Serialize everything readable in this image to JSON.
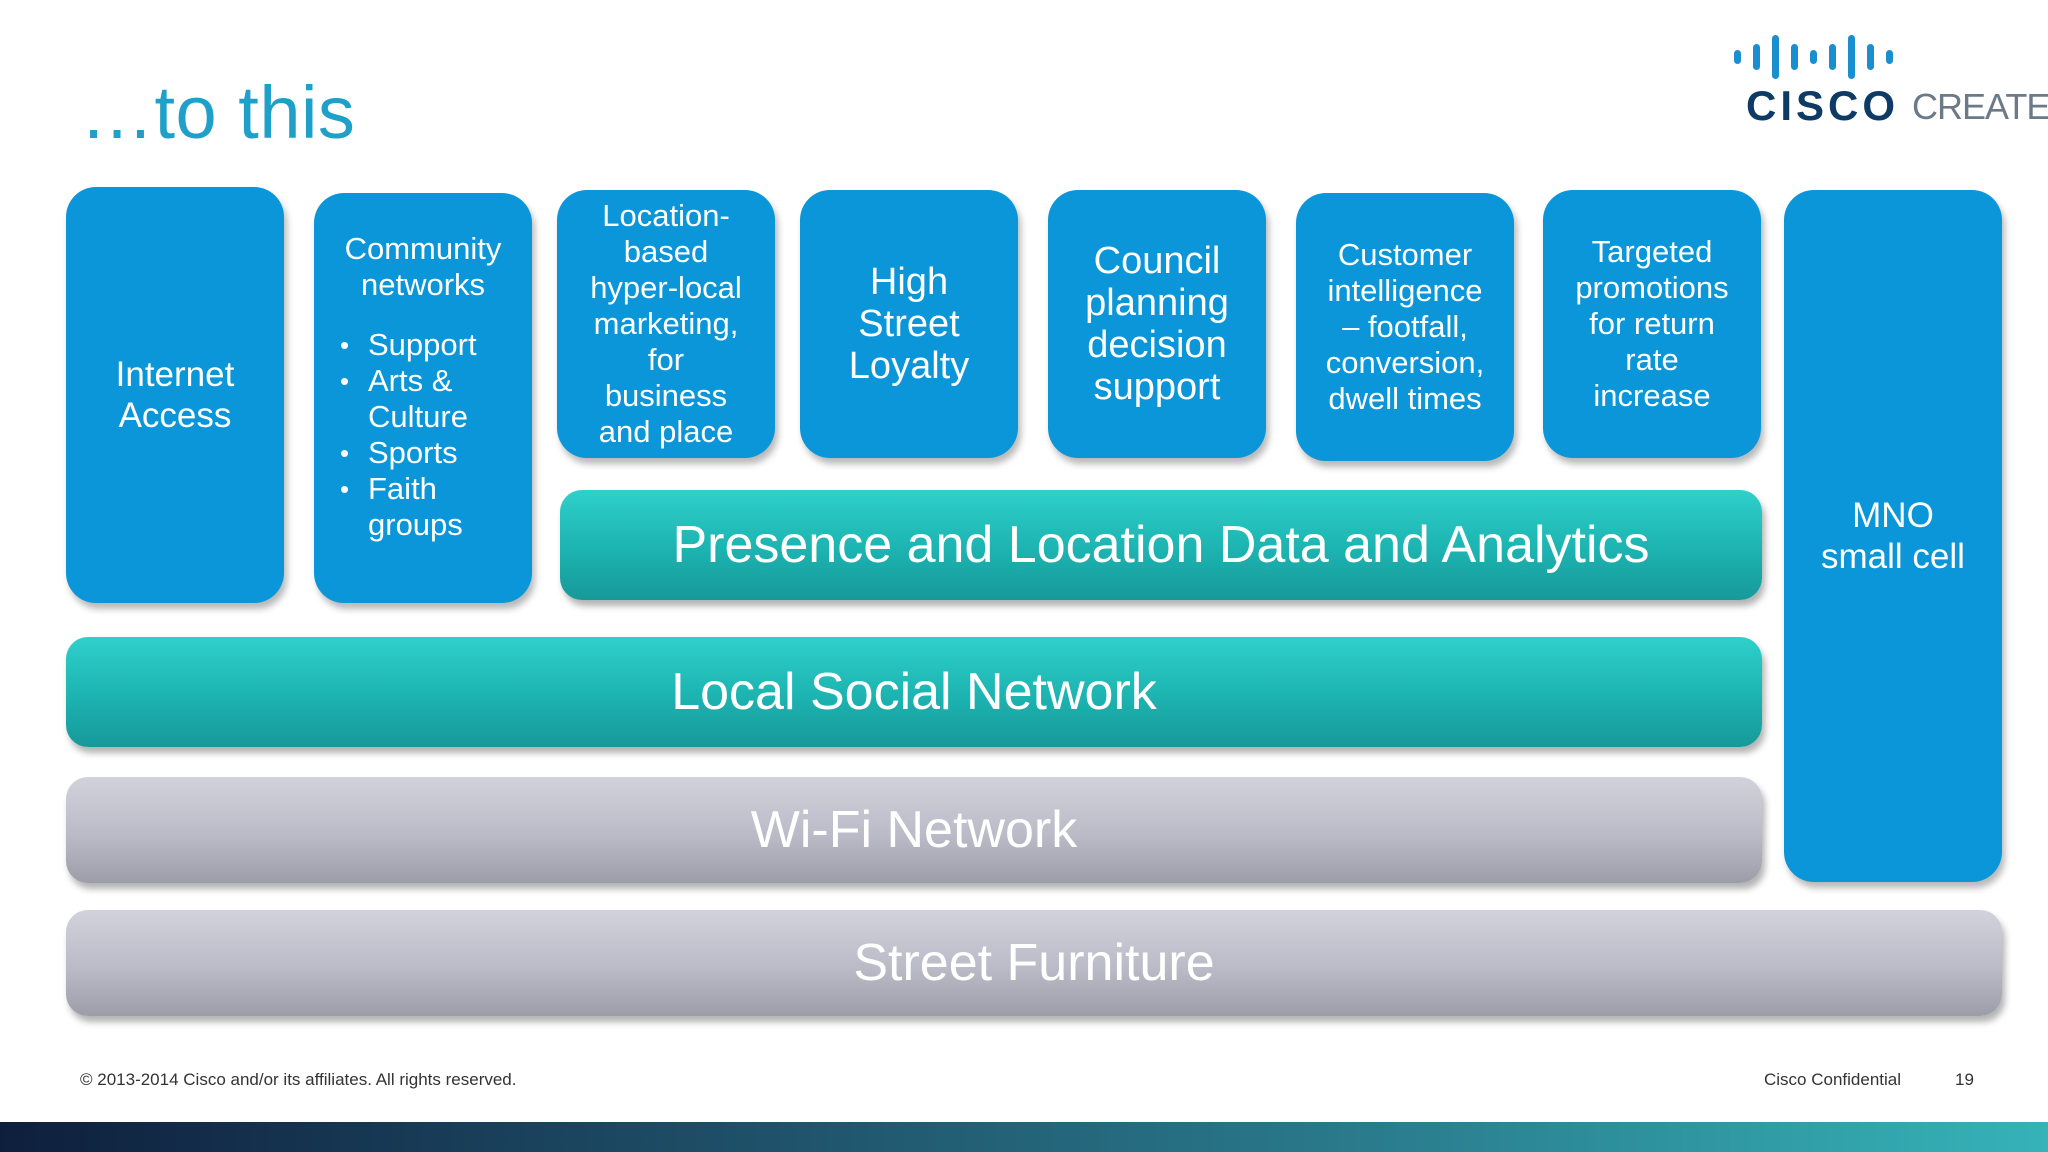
{
  "slide": {
    "title": "…to this",
    "page_number": "19",
    "copyright": "© 2013-2014  Cisco and/or its affiliates. All rights reserved.",
    "confidential": "Cisco Confidential"
  },
  "logo": {
    "wordmark": "CISCO",
    "suffix": "CREATE"
  },
  "colors": {
    "blue": "#0a96d8",
    "teal": "#1cb3b0",
    "grey": "#babbc7",
    "title": "#1fa0c8"
  },
  "services": {
    "internet": "Internet\nAccess",
    "community_title": "Community\nnetworks",
    "community_items": [
      "Support",
      "Arts &\nCulture",
      "Sports",
      "Faith\ngroups"
    ],
    "location": "Location-\nbased\nhyper-local\nmarketing,\nfor\nbusiness\nand place",
    "loyalty": "High\nStreet\nLoyalty",
    "council": "Council\nplanning\ndecision\nsupport",
    "customer": "Customer\nintelligence\n– footfall,\nconversion,\ndwell times",
    "targeted": "Targeted\npromotions\nfor return\nrate\nincrease",
    "mno": "MNO\nsmall cell"
  },
  "layers": {
    "presence": "Presence and Location Data and Analytics",
    "social": "Local Social Network",
    "wifi": "Wi-Fi Network",
    "furniture": "Street Furniture"
  }
}
